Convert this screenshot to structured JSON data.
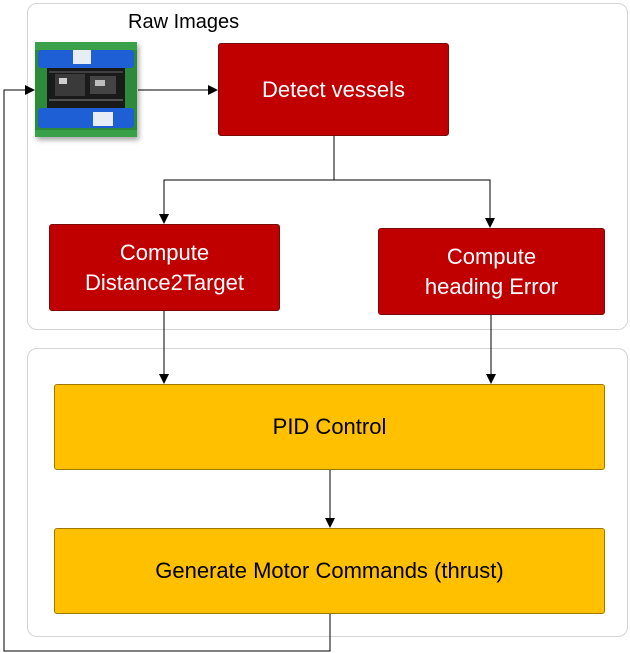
{
  "labels": {
    "raw_images": "Raw Images"
  },
  "nodes": {
    "detect": "Detect vessels",
    "distance": "Compute\nDistance2Target",
    "heading": "Compute\nheading  Error",
    "pid": "PID Control",
    "motor": "Generate Motor Commands (thrust)"
  },
  "colors": {
    "red_box": "#c00000",
    "yellow_box": "#ffc000",
    "panel_border": "#d4d4d4",
    "line": "#000000"
  },
  "icons": {
    "raw_image": "robot-boat-photo"
  }
}
